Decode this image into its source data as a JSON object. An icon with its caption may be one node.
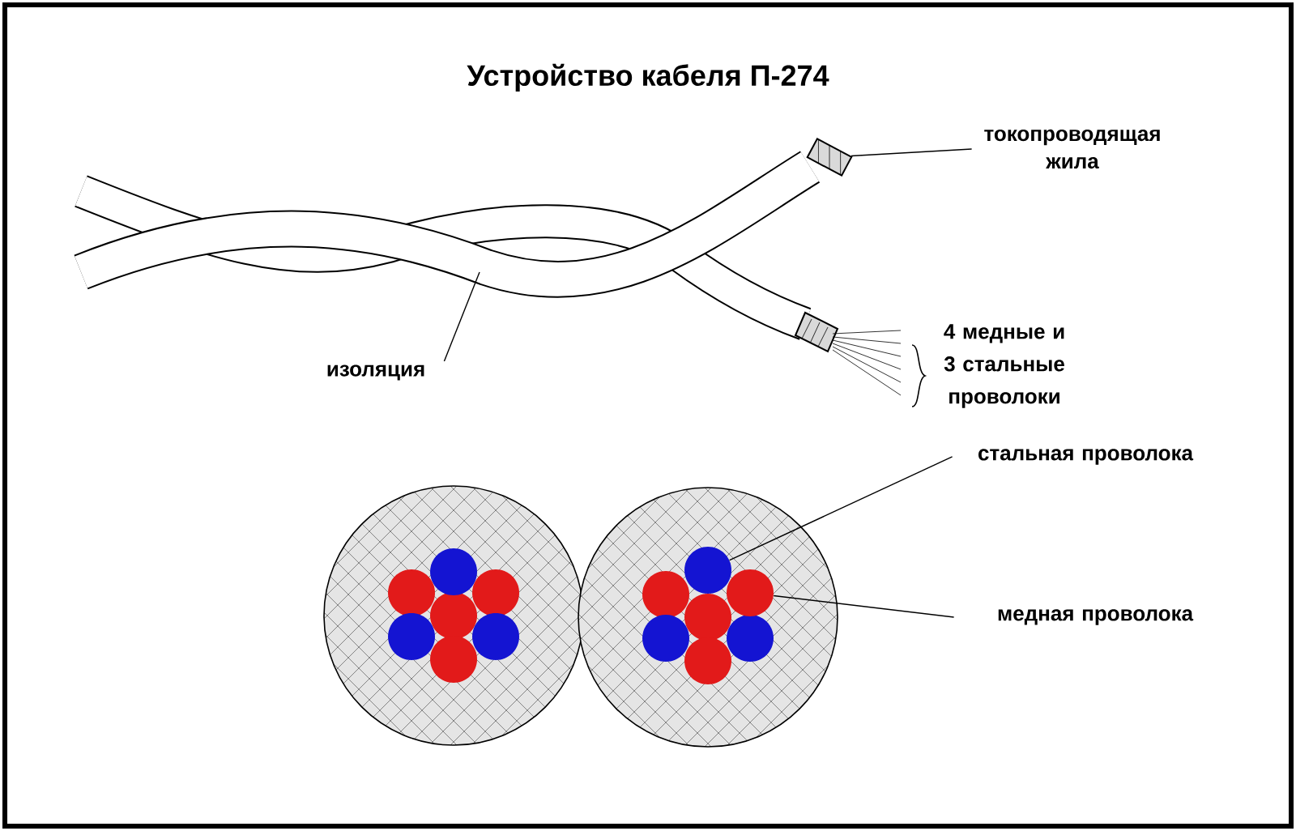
{
  "diagram": {
    "title": "Устройство кабеля П-274",
    "nodes": [
      {
        "text": [
          "токопроводящая жила"
        ]
      },
      {
        "text": [],
        "shape": "box"
      },
      {
        "text": [
          "изоляция"
        ]
      },
      {
        "text": [
          "стальная проволока"
        ]
      },
      {
        "text": [],
        "shape": "circle"
      },
      {
        "text": [
          "медная проволока"
        ]
      },
      {
        "text": [],
        "shape": "circle"
      }
    ],
    "edges": [
      {
        "from": 0,
        "to": 1,
        "arrow": "none"
      },
      {
        "from": 2,
        "to": null,
        "arrow": "none"
      },
      {
        "from": 3,
        "to": 4,
        "arrow": "none"
      },
      {
        "from": 5,
        "to": 6,
        "arrow": "none"
      }
    ],
    "labels": [
      "4 медные и 3 стальные проволоки"
    ]
  }
}
